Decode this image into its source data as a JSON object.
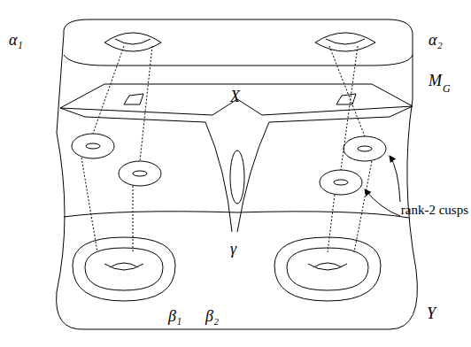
{
  "diagram": {
    "labels": [
      "α₁",
      "α₂",
      "M",
      "G",
      "X",
      "γ",
      "rank-2 cusps",
      "Y",
      "β₁",
      "β₂"
    ]
  }
}
